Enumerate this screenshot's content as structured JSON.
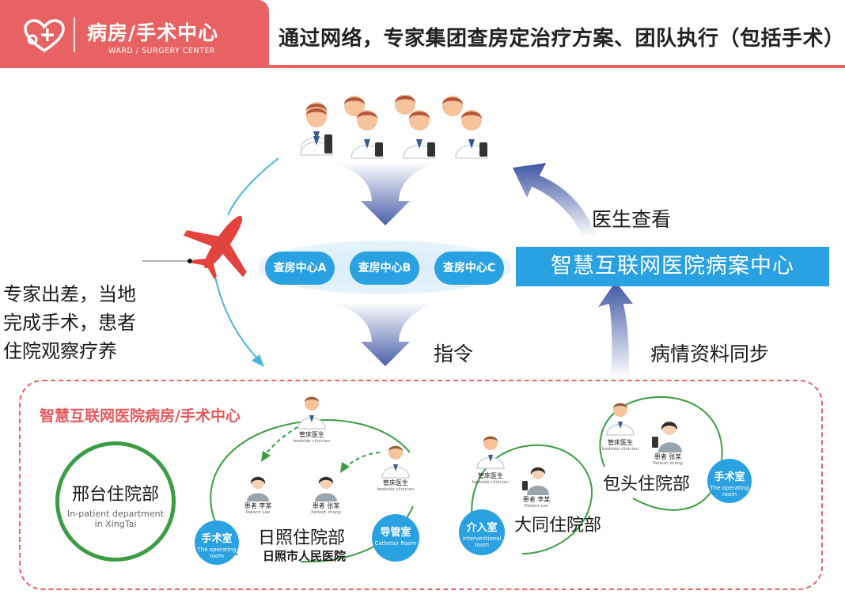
{
  "header": {
    "title": "病房/手术中心",
    "subtitle": "WARD / SURGERY CENTER",
    "headline": "通过网络，专家集团查房定治疗方案、团队执行（包括手术）",
    "logo": "heart-plus-icon",
    "accent_color": "#e86264"
  },
  "rounds": {
    "centers": [
      "查房中心A",
      "查房中心B",
      "查房中心C"
    ],
    "instruction_label": "指令"
  },
  "hospital_center": {
    "banner": "智慧互联网医院病案中心",
    "doctor_view_label": "医生查看",
    "sync_label": "病情资料同步",
    "banner_color": "#2aa1e0"
  },
  "expert_trip": {
    "lines": [
      "专家出差，当地",
      "完成手术，患者",
      "住院观察疗养"
    ]
  },
  "ward_center": {
    "title": "智慧互联网医院病房/手术中心",
    "xingtai": {
      "name": "邢台住院部",
      "en_line1": "In-patient department",
      "en_line2": "in XingTai"
    },
    "rizhao": {
      "name": "日照住院部",
      "hospital": "日照市人民医院",
      "rooms": [
        {
          "name": "手术室",
          "en": "The operating room"
        },
        {
          "name": "导管室",
          "en": "Catheter Room"
        }
      ],
      "staff": [
        {
          "name": "管床医生",
          "en": "bedside clinician"
        },
        {
          "name": "管床医生",
          "en": "bedside clinician"
        }
      ],
      "patients": [
        {
          "name": "患者 李某",
          "en": "Patient Lee"
        },
        {
          "name": "患者 张某",
          "en": "Patient zhang"
        }
      ]
    },
    "datong": {
      "name": "大同住院部",
      "room": {
        "name": "介入室",
        "en": "interventional room"
      },
      "staff": {
        "name": "管床医生",
        "en": "bedside clinician"
      },
      "patient": {
        "name": "患者 李某",
        "en": "Patient Lee"
      }
    },
    "baotou": {
      "name": "包头住院部",
      "room": {
        "name": "手术室",
        "en": "The operating room"
      },
      "staff": {
        "name": "管床医生",
        "en": "bedside clinician"
      },
      "patient": {
        "name": "患者 张某",
        "en": "Patient zhang"
      }
    }
  }
}
